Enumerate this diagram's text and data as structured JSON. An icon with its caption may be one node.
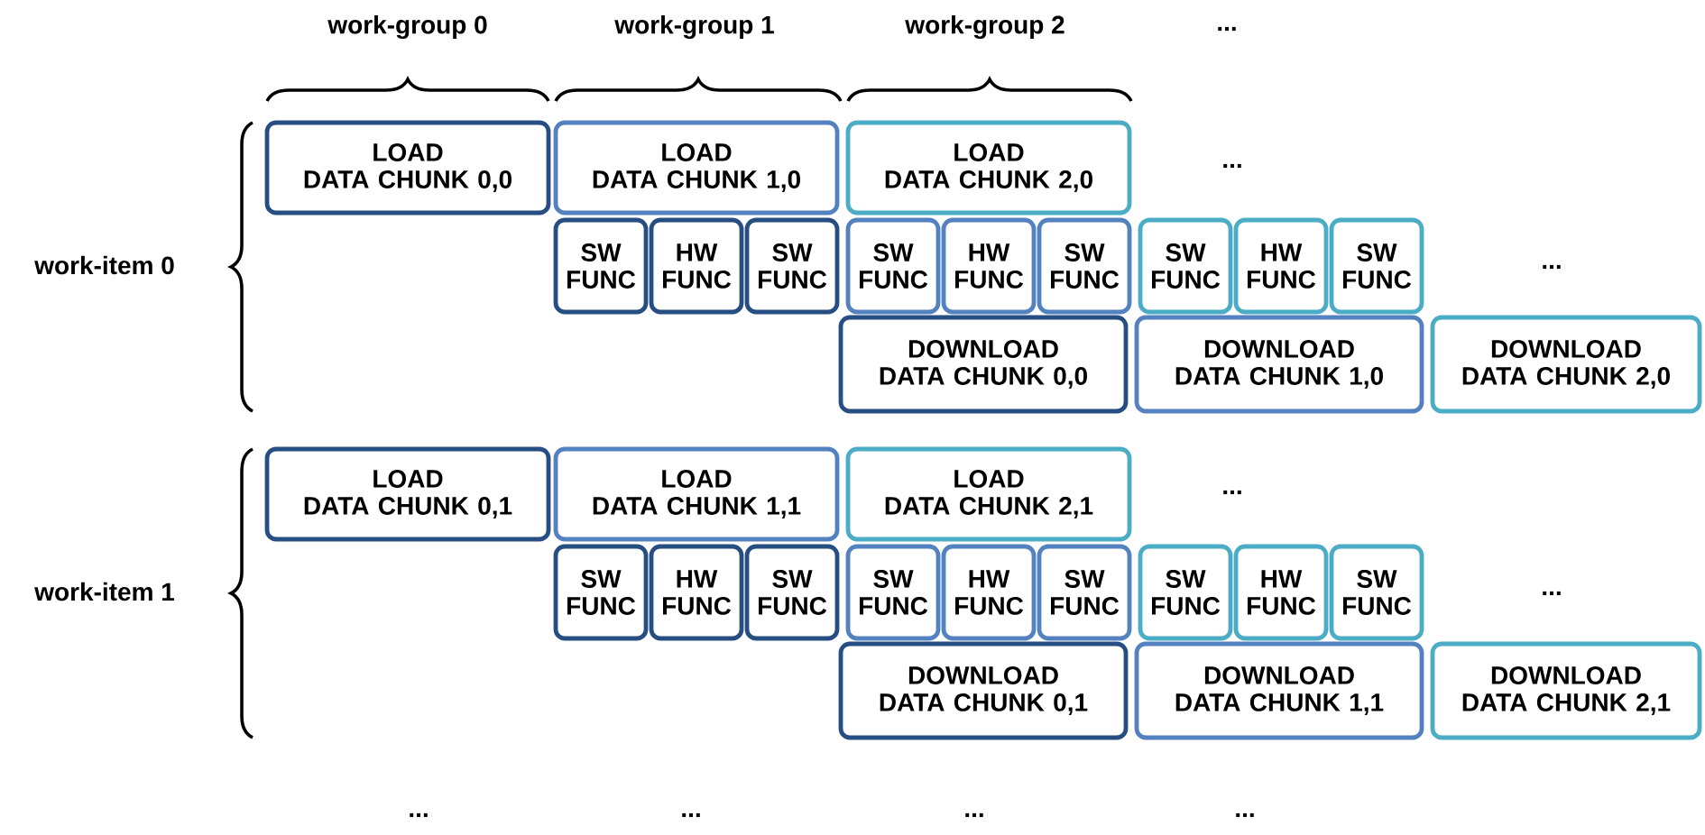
{
  "diagram": {
    "nodes": [
      {
        "text": [
          "LOAD",
          "DATA CHUNK 0,0"
        ]
      },
      {
        "text": [
          "LOAD",
          "DATA CHUNK 1,0"
        ]
      },
      {
        "text": [
          "LOAD",
          "DATA CHUNK 2,0"
        ]
      },
      {
        "text": [
          "SW FUNC"
        ]
      },
      {
        "text": [
          "HW FUNC"
        ]
      },
      {
        "text": [
          "SW FUNC"
        ]
      },
      {
        "text": [
          "SW FUNC"
        ]
      },
      {
        "text": [
          "HW FUNC"
        ]
      },
      {
        "text": [
          "SW FUNC"
        ]
      },
      {
        "text": [
          "SW FUNC"
        ]
      },
      {
        "text": [
          "HW FUNC"
        ]
      },
      {
        "text": [
          "SW FUNC"
        ]
      },
      {
        "text": [
          "DOWNLOAD",
          "DATA CHUNK 0,0"
        ]
      },
      {
        "text": [
          "DOWNLOAD",
          "DATA CHUNK 1,0"
        ]
      },
      {
        "text": [
          "DOWNLOAD",
          "DATA CHUNK 2,0"
        ]
      },
      {
        "text": [
          "LOAD",
          "DATA CHUNK 0,1"
        ]
      },
      {
        "text": [
          "LOAD",
          "DATA CHUNK 1,1"
        ]
      },
      {
        "text": [
          "LOAD",
          "DATA CHUNK 2,1"
        ]
      },
      {
        "text": [
          "SW FUNC"
        ]
      },
      {
        "text": [
          "HW FUNC"
        ]
      },
      {
        "text": [
          "SW FUNC"
        ]
      },
      {
        "text": [
          "SW FUNC"
        ]
      },
      {
        "text": [
          "HW FUNC"
        ]
      },
      {
        "text": [
          "SW FUNC"
        ]
      },
      {
        "text": [
          "SW FUNC"
        ]
      },
      {
        "text": [
          "HW FUNC"
        ]
      },
      {
        "text": [
          "SW FUNC"
        ]
      },
      {
        "text": [
          "DOWNLOAD",
          "DATA CHUNK 0,1"
        ]
      },
      {
        "text": [
          "DOWNLOAD",
          "DATA CHUNK 1,1"
        ]
      },
      {
        "text": [
          "DOWNLOAD",
          "DATA CHUNK 2,1"
        ]
      }
    ],
    "labels": [
      "work-group 0",
      "work-group 1",
      "work-group 2",
      "...",
      "work-item 0",
      "...",
      "...",
      "work-item 1",
      "...",
      "...",
      "...",
      "...",
      "...",
      "..."
    ]
  }
}
